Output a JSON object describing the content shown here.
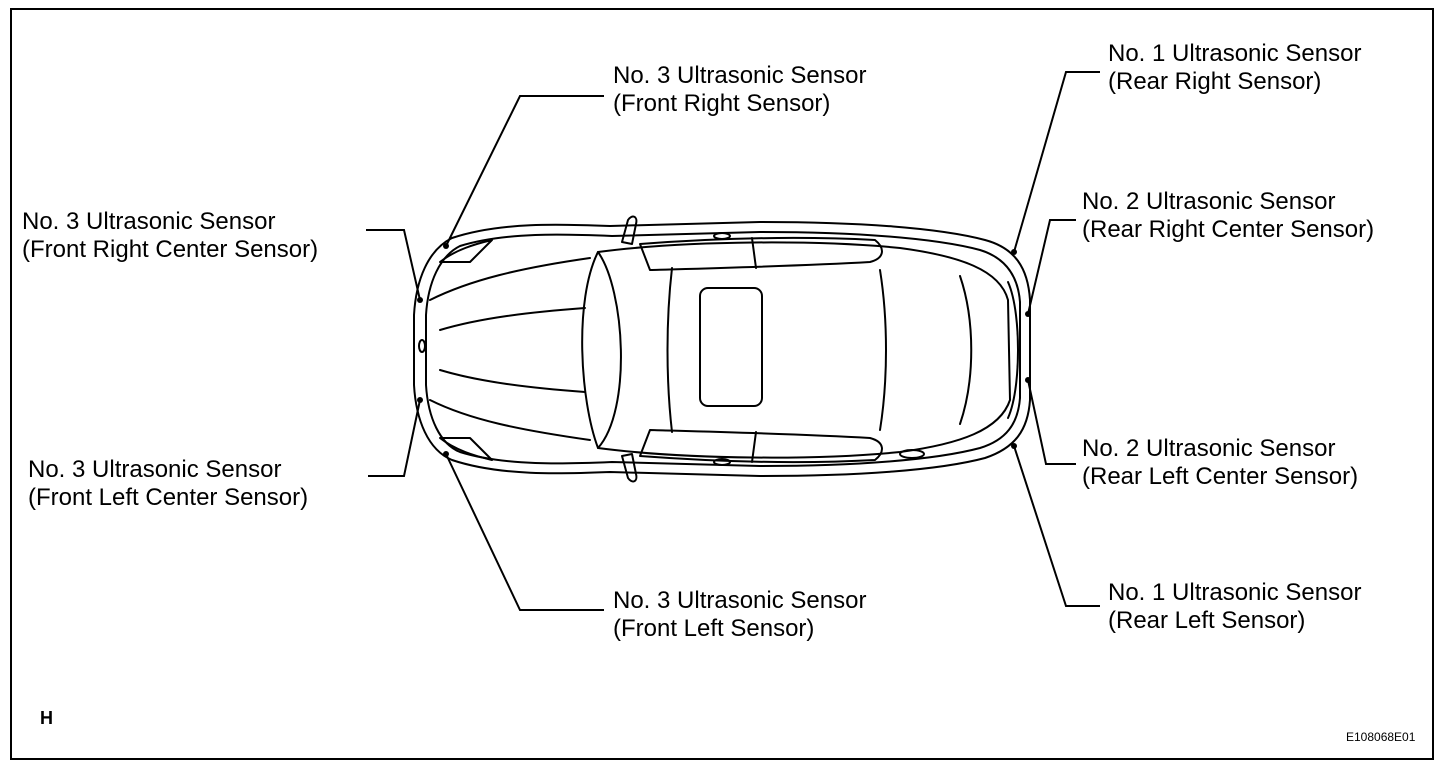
{
  "labels": {
    "front_right": {
      "line1": "No. 3 Ultrasonic Sensor",
      "line2": "(Front Right Sensor)"
    },
    "front_right_center": {
      "line1": "No. 3 Ultrasonic Sensor",
      "line2": "(Front Right Center Sensor)"
    },
    "front_left_center": {
      "line1": "No. 3 Ultrasonic Sensor",
      "line2": "(Front Left Center Sensor)"
    },
    "front_left": {
      "line1": "No. 3 Ultrasonic Sensor",
      "line2": "(Front Left Sensor)"
    },
    "rear_right": {
      "line1": "No. 1 Ultrasonic Sensor",
      "line2": "(Rear Right Sensor)"
    },
    "rear_right_center": {
      "line1": "No. 2 Ultrasonic Sensor",
      "line2": "(Rear Right Center Sensor)"
    },
    "rear_left_center": {
      "line1": "No. 2 Ultrasonic Sensor",
      "line2": "(Rear Left Center Sensor)"
    },
    "rear_left": {
      "line1": "No. 1 Ultrasonic Sensor",
      "line2": "(Rear Left Sensor)"
    }
  },
  "corner_mark": "H",
  "figure_code": "E108068E01"
}
